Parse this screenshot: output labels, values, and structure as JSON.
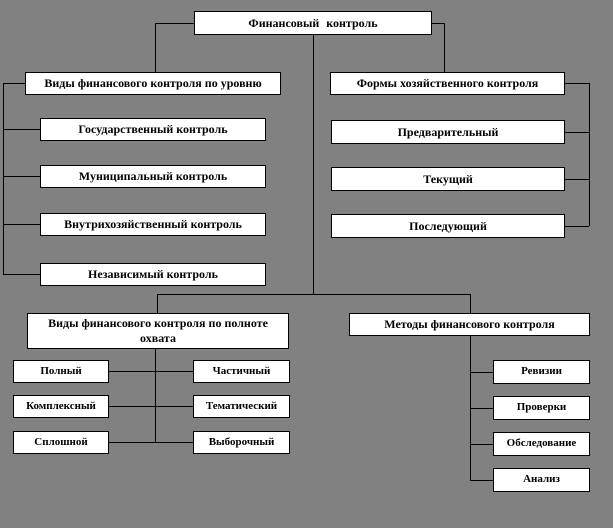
{
  "diagram": {
    "title": "Финансовый контроль scheme",
    "background_color": "#818181",
    "box_fill": "#ffffff",
    "line_color": "#000000",
    "root": {
      "label": "Финансовый контроль"
    },
    "left_branch": {
      "header": "Виды финансового контроля по уровню",
      "items": [
        "Государственный контроль",
        "Муниципальный контроль",
        "Внутрихозяйственный контроль",
        "Независимый контроль"
      ]
    },
    "right_branch": {
      "header": "Формы хозяйственного контроля",
      "items": [
        "Предварительный",
        "Текущий",
        "Последующий"
      ]
    },
    "bottom_left": {
      "header": "Виды финансового контроля по полноте охвата",
      "left_items": [
        "Полный",
        "Комплексный",
        "Сплошной"
      ],
      "right_items": [
        "Частичный",
        "Тематический",
        "Выборочный"
      ]
    },
    "bottom_right": {
      "header": "Методы финансового контроля",
      "items": [
        "Ревизии",
        "Проверки",
        "Обследование",
        "Анализ"
      ]
    }
  }
}
